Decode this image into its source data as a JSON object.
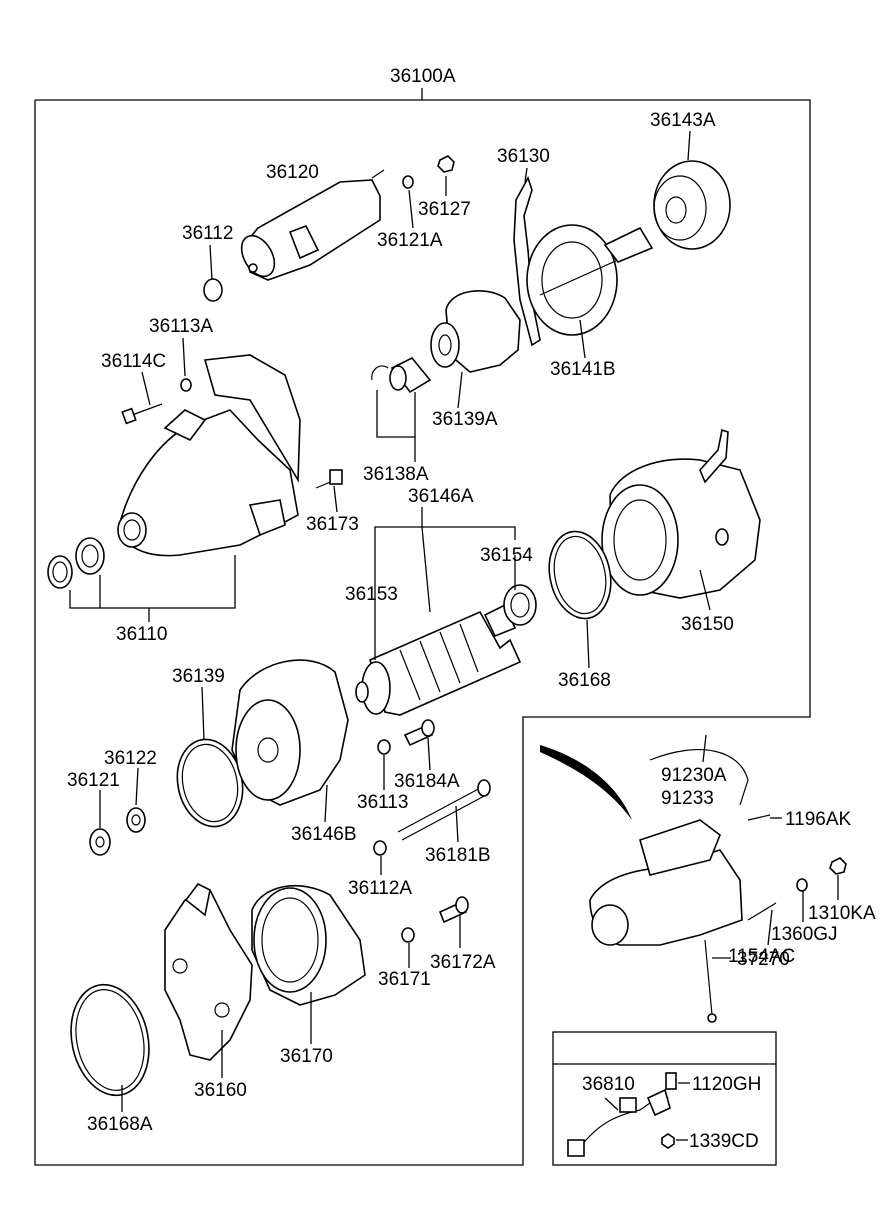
{
  "labels": {
    "assembly": "36100A",
    "p36143A": "36143A",
    "p36130": "36130",
    "p36120": "36120",
    "p36127": "36127",
    "p36121A": "36121A",
    "p36112": "36112",
    "p36113A": "36113A",
    "p36114C": "36114C",
    "p36141B": "36141B",
    "p36139A": "36139A",
    "p36138A": "36138A",
    "p36146A": "36146A",
    "p36173": "36173",
    "p36154": "36154",
    "p36153": "36153",
    "p36150": "36150",
    "p36110": "36110",
    "p36168": "36168",
    "p36139": "36139",
    "p36122": "36122",
    "p36121": "36121",
    "p36113": "36113",
    "p36184A": "36184A",
    "p36146B": "36146B",
    "p36181B": "36181B",
    "p36112A": "36112A",
    "p36171": "36171",
    "p36172A": "36172A",
    "p36170": "36170",
    "p36160": "36160",
    "p36168A": "36168A",
    "p91230A": "91230A",
    "p91233": "91233",
    "p1196AK": "1196AK",
    "p1310KA": "1310KA",
    "p1360GJ": "1360GJ",
    "p1154AC": "1154AC",
    "p37270": "37270",
    "p36810": "36810",
    "p1120GH": "1120GH",
    "p1339CD": "1339CD"
  }
}
